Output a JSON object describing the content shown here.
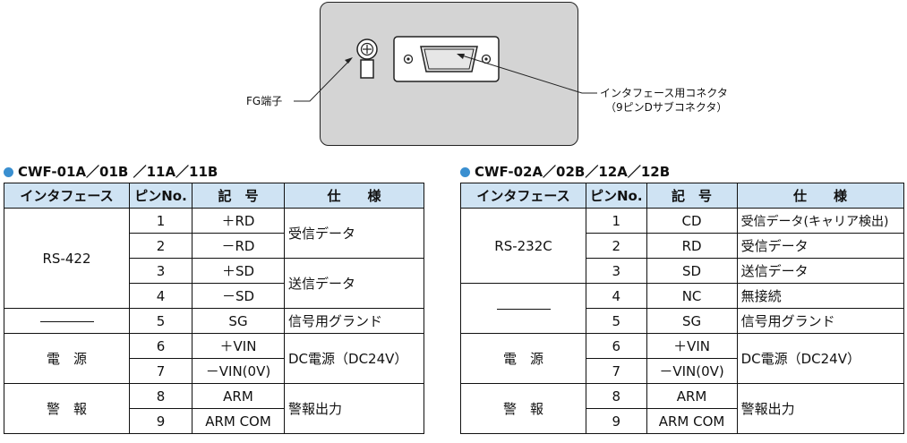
{
  "diagram": {
    "fg_label": "FG端子",
    "connector_label_line1": "インタフェース用コネクタ",
    "connector_label_line2": "（9ピンDサブコネクタ）",
    "colors": {
      "panel": "#d4d4d4",
      "dot": "#3a8fd0",
      "header_fill": "#cfe3f3"
    }
  },
  "left_table": {
    "title": "CWF-01A／01B ／11A／11B",
    "headers": {
      "interface": "インタフェース",
      "pin": "ピンNo.",
      "symbol": "記　号",
      "spec": "仕　　様"
    },
    "groups": {
      "rs422": "RS-422",
      "sg": "",
      "power": "電　源",
      "alarm": "警　報"
    },
    "rows": [
      {
        "pin": "1",
        "symbol": "＋RD"
      },
      {
        "pin": "2",
        "symbol": "－RD"
      },
      {
        "pin": "3",
        "symbol": "＋SD"
      },
      {
        "pin": "4",
        "symbol": "－SD"
      },
      {
        "pin": "5",
        "symbol": "SG"
      },
      {
        "pin": "6",
        "symbol": "＋VIN"
      },
      {
        "pin": "7",
        "symbol": "－VIN(0V)"
      },
      {
        "pin": "8",
        "symbol": "ARM"
      },
      {
        "pin": "9",
        "symbol": "ARM COM"
      }
    ],
    "specs": {
      "recv": "受信データ",
      "send": "送信データ",
      "sg": "信号用グランド",
      "power": "DC電源（DC24V）",
      "alarm": "警報出力"
    }
  },
  "right_table": {
    "title": "CWF-02A／02B／12A／12B",
    "headers": {
      "interface": "インタフェース",
      "pin": "ピンNo.",
      "symbol": "記　号",
      "spec": "仕　　様"
    },
    "groups": {
      "rs232c": "RS-232C",
      "power": "電　源",
      "alarm": "警　報"
    },
    "rows": [
      {
        "pin": "1",
        "symbol": "CD",
        "spec": "受信データ(キャリア検出)"
      },
      {
        "pin": "2",
        "symbol": "RD",
        "spec": "受信データ"
      },
      {
        "pin": "3",
        "symbol": "SD",
        "spec": "送信データ"
      },
      {
        "pin": "4",
        "symbol": "NC",
        "spec": "無接続"
      },
      {
        "pin": "5",
        "symbol": "SG",
        "spec": "信号用グランド"
      },
      {
        "pin": "6",
        "symbol": "＋VIN"
      },
      {
        "pin": "7",
        "symbol": "－VIN(0V)"
      },
      {
        "pin": "8",
        "symbol": "ARM"
      },
      {
        "pin": "9",
        "symbol": "ARM COM"
      }
    ],
    "specs": {
      "power": "DC電源（DC24V）",
      "alarm": "警報出力"
    }
  }
}
